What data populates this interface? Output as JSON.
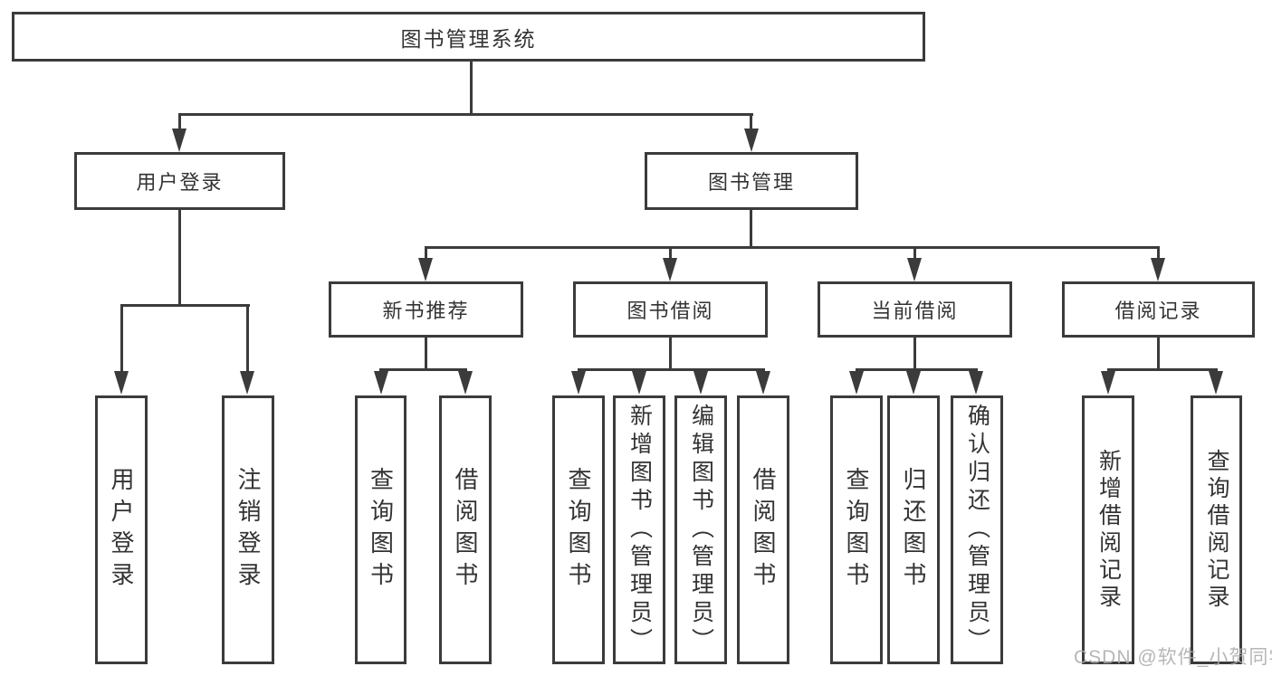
{
  "tree": {
    "root": {
      "label": "图书管理系统",
      "children": [
        {
          "label": "用户登录",
          "children": [
            {
              "label": "用户登录"
            },
            {
              "label": "注销登录"
            }
          ]
        },
        {
          "label": "图书管理",
          "children": [
            {
              "label": "新书推荐",
              "children": [
                {
                  "label": "查询图书"
                },
                {
                  "label": "借阅图书"
                }
              ]
            },
            {
              "label": "图书借阅",
              "children": [
                {
                  "label": "查询图书"
                },
                {
                  "label": "新增图书（管理员）"
                },
                {
                  "label": "编辑图书（管理员）"
                },
                {
                  "label": "借阅图书"
                }
              ]
            },
            {
              "label": "当前借阅",
              "children": [
                {
                  "label": "查询图书"
                },
                {
                  "label": "归还图书"
                },
                {
                  "label": "确认归还（管理员）"
                }
              ]
            },
            {
              "label": "借阅记录",
              "children": [
                {
                  "label": "新增借阅记录"
                },
                {
                  "label": "查询借阅记录"
                }
              ]
            }
          ]
        }
      ]
    }
  },
  "watermark": "CSDN @软件_小贺同学",
  "colors": {
    "line": "#3b3b3b",
    "text": "#333333",
    "bg": "#ffffff",
    "watermark": "#aaaaaa"
  }
}
